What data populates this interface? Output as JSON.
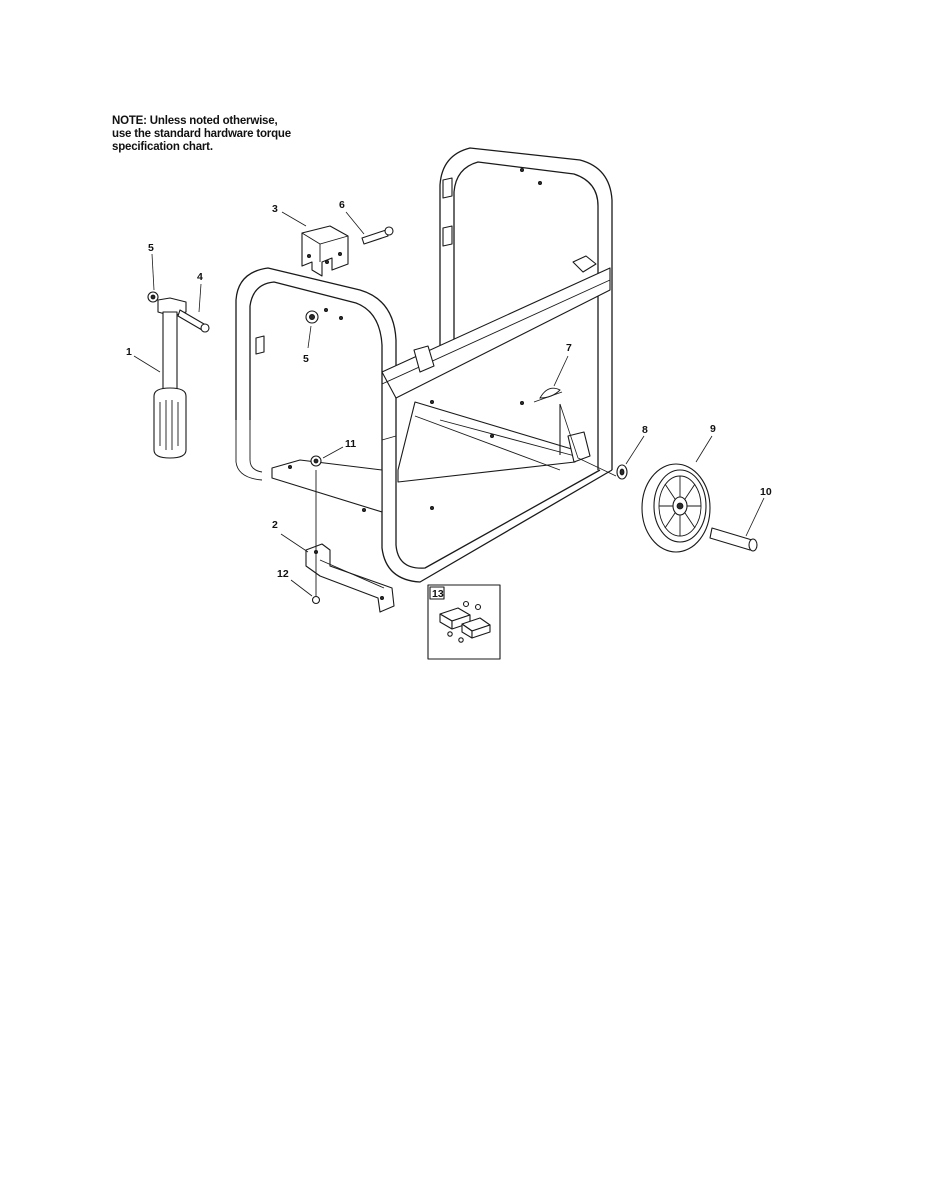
{
  "note": {
    "line1": "NOTE: Unless noted otherwise,",
    "line2": "use the standard hardware torque",
    "line3": "specification chart."
  },
  "callouts": {
    "c1": "1",
    "c2": "2",
    "c3": "3",
    "c4": "4",
    "c5a": "5",
    "c5b": "5",
    "c6": "6",
    "c7": "7",
    "c8": "8",
    "c9": "9",
    "c10": "10",
    "c11": "11",
    "c12": "12",
    "c13": "13"
  }
}
